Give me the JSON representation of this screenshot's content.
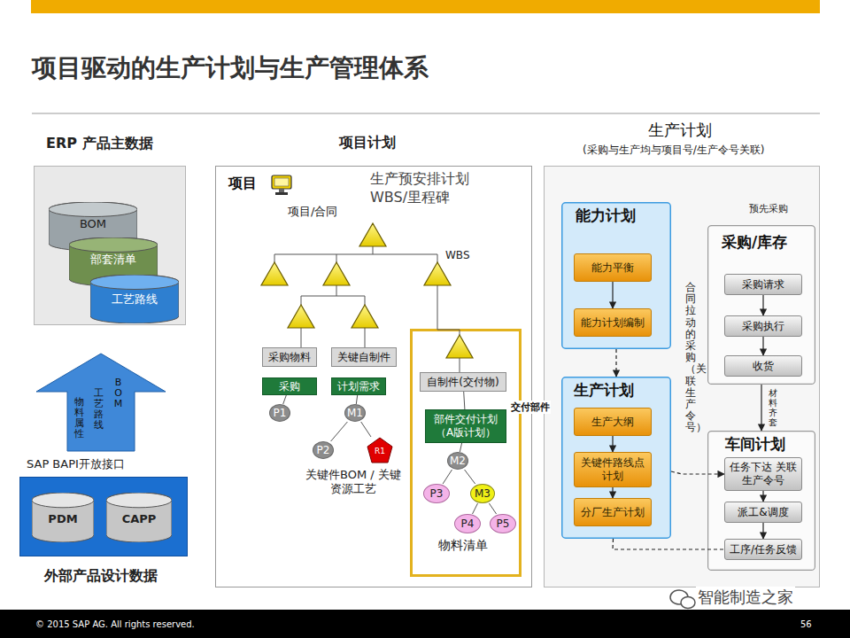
{
  "diagram": {
    "title": "项目驱动的生产计划与生产管理体系",
    "nodes": [
      {
        "text": [
          "ERP 产品主数据"
        ]
      },
      {
        "text": [
          "BOM"
        ],
        "in": 0
      },
      {
        "text": [
          "部套清单"
        ],
        "in": 0
      },
      {
        "text": [
          "工艺路线"
        ],
        "in": 0
      },
      {
        "text": [
          "物料属性",
          "工艺路线",
          "BOM"
        ]
      },
      {
        "text": [
          "外部产品设计数据"
        ]
      },
      {
        "text": [
          "PDM"
        ],
        "in": 5
      },
      {
        "text": [
          "CAPP"
        ],
        "in": 5
      },
      {
        "text": [
          "项目计划"
        ]
      },
      {
        "text": [
          "采购物料"
        ],
        "in": 8
      },
      {
        "text": [
          "采购"
        ],
        "in": 8
      },
      {
        "text": [
          "关键自制件"
        ],
        "in": 8
      },
      {
        "text": [
          "计划需求"
        ],
        "in": 8
      },
      {
        "text": [
          "P1"
        ],
        "in": 8
      },
      {
        "text": [
          "M1"
        ],
        "in": 8
      },
      {
        "text": [
          "P2"
        ],
        "in": 8
      },
      {
        "text": [
          "R1"
        ],
        "in": 8
      },
      {
        "text": [
          "物料清单"
        ],
        "in": 8
      },
      {
        "text": [
          "自制件(交付物)"
        ],
        "in": 17
      },
      {
        "text": [
          "部件交付计划（A版计划）"
        ],
        "in": 17
      },
      {
        "text": [
          "M2"
        ],
        "in": 17
      },
      {
        "text": [
          "P3"
        ],
        "in": 17
      },
      {
        "text": [
          "M3"
        ],
        "in": 17
      },
      {
        "text": [
          "P4"
        ],
        "in": 17
      },
      {
        "text": [
          "P5"
        ],
        "in": 17
      },
      {
        "text": [
          "生产计划",
          "(采购与生产均与项目号/生产令号关联)"
        ]
      },
      {
        "text": [
          "能力计划"
        ],
        "in": 25
      },
      {
        "text": [
          "能力平衡"
        ],
        "in": 26
      },
      {
        "text": [
          "能力计划编制"
        ],
        "in": 26
      },
      {
        "text": [
          "生产计划"
        ],
        "in": 25
      },
      {
        "text": [
          "生产大纲"
        ],
        "in": 29
      },
      {
        "text": [
          "关键件路线点计划"
        ],
        "in": 29
      },
      {
        "text": [
          "分厂生产计划"
        ],
        "in": 29
      },
      {
        "text": [
          "采购/库存"
        ],
        "in": 25
      },
      {
        "text": [
          "采购请求"
        ],
        "in": 33
      },
      {
        "text": [
          "采购执行"
        ],
        "in": 33
      },
      {
        "text": [
          "收货"
        ],
        "in": 33
      },
      {
        "text": [
          "车间计划"
        ],
        "in": 25
      },
      {
        "text": [
          "任务下达 关联生产令号"
        ],
        "in": 37
      },
      {
        "text": [
          "派工&调度"
        ],
        "in": 37
      },
      {
        "text": [
          "工序/任务反馈"
        ],
        "in": 37
      }
    ],
    "edges": [
      {
        "from": 10,
        "to": 13,
        "arrow": "none"
      },
      {
        "from": 12,
        "to": 14,
        "arrow": "none"
      },
      {
        "from": 14,
        "to": 15,
        "arrow": "none"
      },
      {
        "from": 14,
        "to": 16,
        "arrow": "none"
      },
      {
        "from": 18,
        "to": 19,
        "arrow": "none"
      },
      {
        "from": 19,
        "to": 20,
        "arrow": "none"
      },
      {
        "from": 20,
        "to": 21,
        "arrow": "none"
      },
      {
        "from": 20,
        "to": 22,
        "arrow": "none"
      },
      {
        "from": 22,
        "to": 23,
        "arrow": "none"
      },
      {
        "from": 22,
        "to": 24,
        "arrow": "none"
      },
      {
        "from": 27,
        "to": 28,
        "arrow": "to"
      },
      {
        "from": 26,
        "to": 29,
        "arrow": "to"
      },
      {
        "from": 30,
        "to": 31,
        "arrow": "to"
      },
      {
        "from": 31,
        "to": 32,
        "arrow": "to"
      },
      {
        "from": 34,
        "to": 35,
        "arrow": "to"
      },
      {
        "from": 35,
        "to": 36,
        "arrow": "to"
      },
      {
        "from": 33,
        "to": 37,
        "arrow": "to"
      },
      {
        "from": 38,
        "to": 39,
        "arrow": "to"
      },
      {
        "from": 39,
        "to": 40,
        "arrow": "to"
      },
      {
        "from": 29,
        "to": 38,
        "arrow": "to"
      },
      {
        "from": 29,
        "to": 40,
        "arrow": "none"
      }
    ],
    "labels": [
      "项目",
      "生产预安排计划 WBS/里程碑",
      "项目/合同",
      "WBS",
      "关键件BOM / 关键资源工艺",
      "交付部件",
      "合同拉动的采购（关联生产令号）",
      "预先采购",
      "材料齐套",
      "SAP BAPI开放接口",
      "© 2015 SAP AG. All rights reserved.",
      "56",
      "智能制造之家"
    ]
  }
}
